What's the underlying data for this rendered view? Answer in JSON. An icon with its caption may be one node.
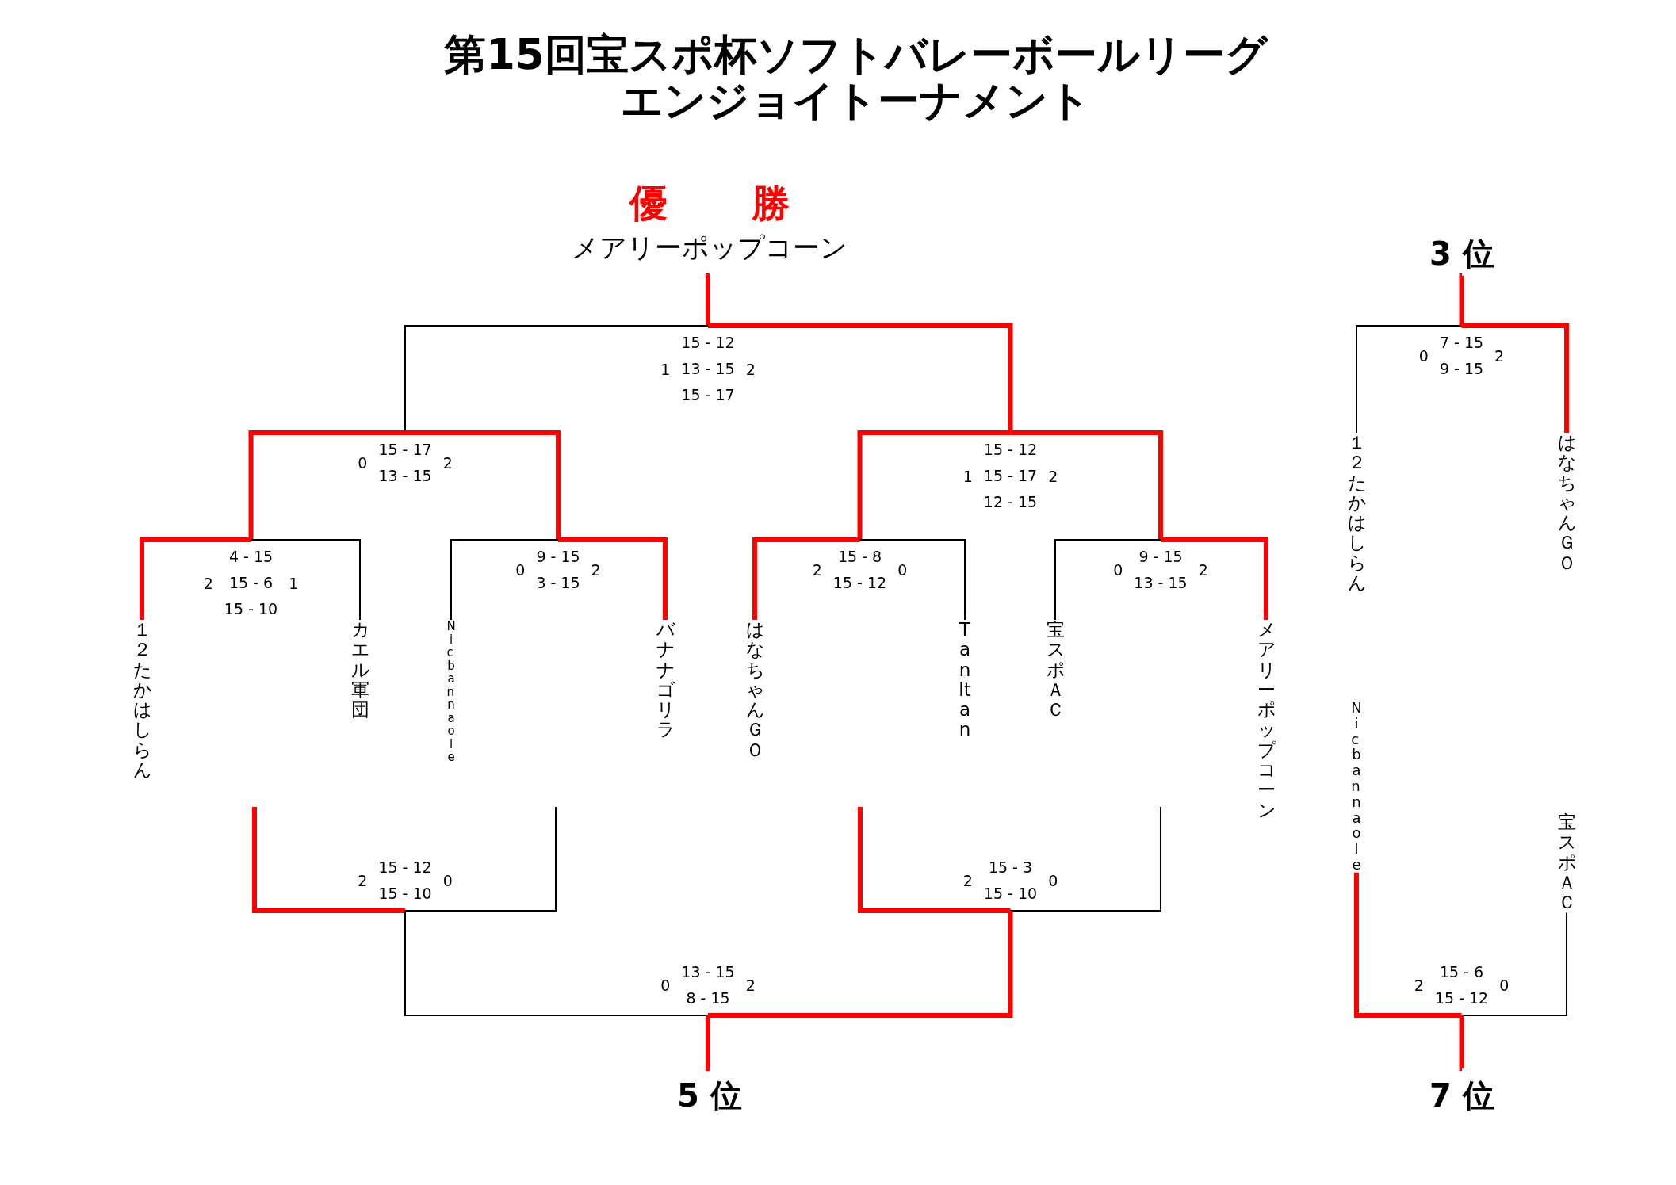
{
  "diagram": {
    "title": "第15回宝スポ杯ソフトバレーボールリーグエンジョイトーナメント",
    "nodes": [
      {
        "text": [
          "優　勝",
          "メアリーポップコーン"
        ]
      },
      {
        "text": [
          "3 位"
        ]
      },
      {
        "text": [
          "1",
          "15 - 12",
          "13 - 15",
          "15 - 17",
          "2"
        ]
      },
      {
        "text": [
          "0",
          "7 - 15",
          "9 - 15",
          "2"
        ]
      },
      {
        "text": [
          "0",
          "15 - 17",
          "13 - 15",
          "2"
        ]
      },
      {
        "text": [
          "1",
          "15 - 12",
          "15 - 17",
          "12 - 15",
          "2"
        ]
      },
      {
        "text": [
          "2",
          "4 - 15",
          "15 - 6",
          "15 - 10",
          "1"
        ]
      },
      {
        "text": [
          "0",
          "9 - 15",
          "3 - 15",
          "2"
        ]
      },
      {
        "text": [
          "2",
          "15 - 8",
          "15 - 12",
          "0"
        ]
      },
      {
        "text": [
          "0",
          "9 - 15",
          "13 - 15",
          "2"
        ]
      },
      {
        "text": [
          "１２たかはしらん"
        ]
      },
      {
        "text": [
          "カエル軍団"
        ]
      },
      {
        "text": [
          "Nic ban naole"
        ]
      },
      {
        "text": [
          "バナナゴリラ"
        ]
      },
      {
        "text": [
          "はなちゃんＧＯ"
        ]
      },
      {
        "text": [
          "Tanltan"
        ]
      },
      {
        "text": [
          "宝スポＡＣ"
        ]
      },
      {
        "text": [
          "メアリーポップコーン"
        ]
      },
      {
        "text": [
          "１２たかはしらん"
        ]
      },
      {
        "text": [
          "はなちゃんＧＯ"
        ]
      },
      {
        "text": [
          "Nic ban naole"
        ]
      },
      {
        "text": [
          "宝スポＡＣ"
        ]
      },
      {
        "text": [
          "2",
          "15 - 12",
          "15 - 10",
          "0"
        ]
      },
      {
        "text": [
          "2",
          "15 - 3",
          "15 - 10",
          "0"
        ]
      },
      {
        "text": [
          "2",
          "15 - 6",
          "15 - 12",
          "0"
        ]
      },
      {
        "text": [
          "0",
          "13 - 15",
          "8 - 15",
          "2"
        ]
      },
      {
        "text": [
          "5 位"
        ]
      },
      {
        "text": [
          "7 位"
        ]
      }
    ],
    "edges": [
      {
        "from": 2,
        "to": 0,
        "arrow": "none"
      },
      {
        "from": 4,
        "to": 2,
        "arrow": "none",
        "color": "#000000"
      },
      {
        "from": 5,
        "to": 2,
        "arrow": "none"
      },
      {
        "from": 6,
        "to": 4,
        "arrow": "none"
      },
      {
        "from": 7,
        "to": 4,
        "arrow": "none"
      },
      {
        "from": 8,
        "to": 5,
        "arrow": "none"
      },
      {
        "from": 9,
        "to": 5,
        "arrow": "none"
      },
      {
        "from": 10,
        "to": 6,
        "arrow": "none"
      },
      {
        "from": 11,
        "to": 6,
        "arrow": "none",
        "color": "#000000"
      },
      {
        "from": 12,
        "to": 7,
        "arrow": "none",
        "color": "#000000"
      },
      {
        "from": 13,
        "to": 7,
        "arrow": "none"
      },
      {
        "from": 14,
        "to": 8,
        "arrow": "none"
      },
      {
        "from": 15,
        "to": 8,
        "arrow": "none",
        "color": "#000000"
      },
      {
        "from": 16,
        "to": 9,
        "arrow": "none",
        "color": "#000000"
      },
      {
        "from": 17,
        "to": 9,
        "arrow": "none"
      },
      {
        "from": 18,
        "to": 3,
        "arrow": "none",
        "color": "#000000"
      },
      {
        "from": 19,
        "to": 3,
        "arrow": "none"
      },
      {
        "from": 3,
        "to": 1,
        "arrow": "none"
      },
      {
        "from": null,
        "to": 22,
        "arrow": "none"
      },
      {
        "from": null,
        "to": 22,
        "arrow": "none",
        "color": "#000000"
      },
      {
        "from": null,
        "to": 23,
        "arrow": "none"
      },
      {
        "from": null,
        "to": 23,
        "arrow": "none",
        "color": "#000000"
      },
      {
        "from": 22,
        "to": 25,
        "arrow": "none",
        "color": "#000000"
      },
      {
        "from": 23,
        "to": 25,
        "arrow": "none"
      },
      {
        "from": 25,
        "to": 26,
        "arrow": "none"
      },
      {
        "from": 20,
        "to": 24,
        "arrow": "none"
      },
      {
        "from": 21,
        "to": 24,
        "arrow": "none",
        "color": "#000000"
      },
      {
        "from": 24,
        "to": 27,
        "arrow": "none"
      }
    ]
  }
}
